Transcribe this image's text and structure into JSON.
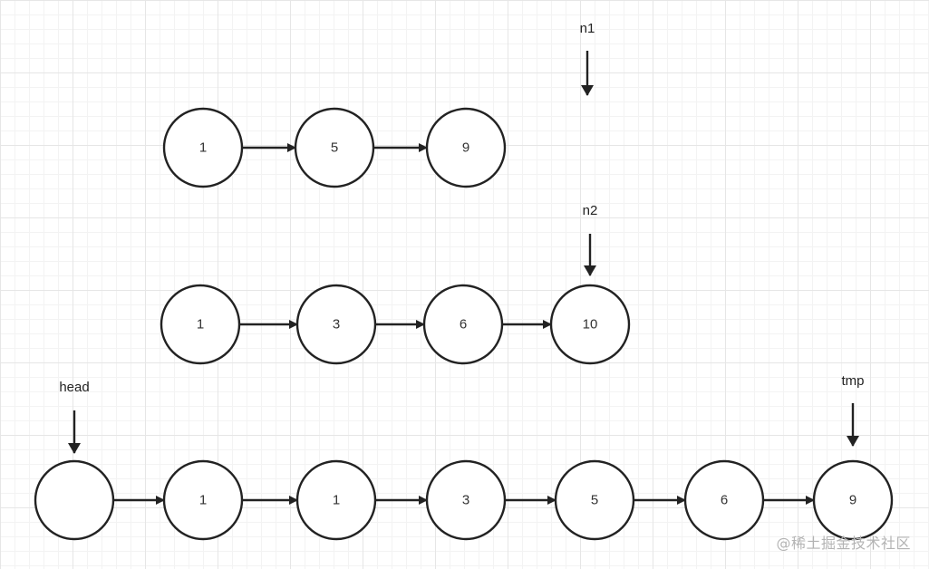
{
  "diagram": {
    "list1": {
      "values": [
        "1",
        "5",
        "9"
      ],
      "pointer": "n1"
    },
    "list2": {
      "values": [
        "1",
        "3",
        "6",
        "10"
      ],
      "pointer": "n2"
    },
    "merged": {
      "values": [
        "",
        "1",
        "1",
        "3",
        "5",
        "6",
        "9"
      ],
      "head_pointer": "head",
      "tmp_pointer": "tmp"
    }
  },
  "watermark": "@稀土掘金技术社区",
  "colors": {
    "stroke": "#222222",
    "node_fill": "#ffffff",
    "grid": "#e6e6e6",
    "watermark": "#b3b3b3"
  }
}
